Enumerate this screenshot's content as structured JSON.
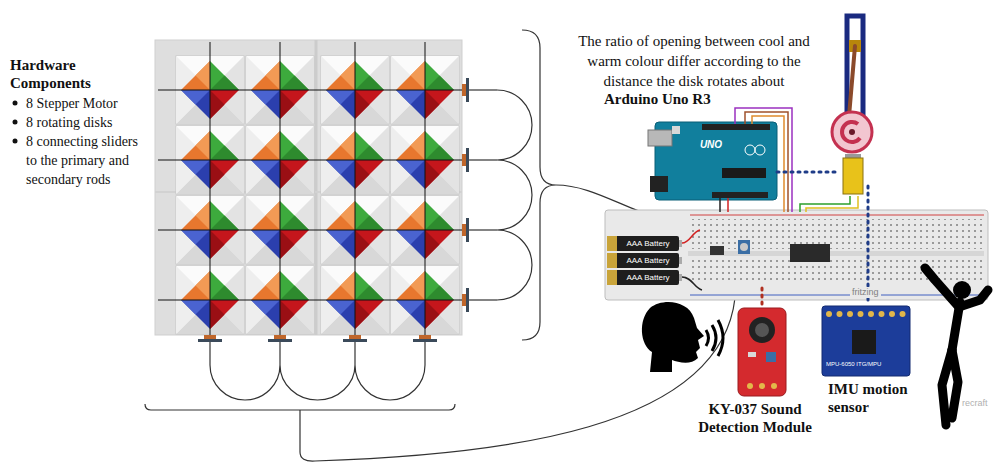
{
  "diagram": {
    "labels": [
      "Hardware Components",
      "8 Stepper Motor",
      "8 rotating disks",
      "8 connecting sliders to the primary and secondary rods",
      "The ratio of opening between cool and warm colour differ according to the distance the disk rotates about",
      "Arduino Uno R3",
      "UNO",
      "AAA Battery",
      "AAA Battery",
      "AAA Battery",
      "fritzing",
      "KY-037 Sound Detection Module",
      "IMU motion sensor",
      "MPU-6050 ITG/MPU",
      "recraft"
    ]
  }
}
